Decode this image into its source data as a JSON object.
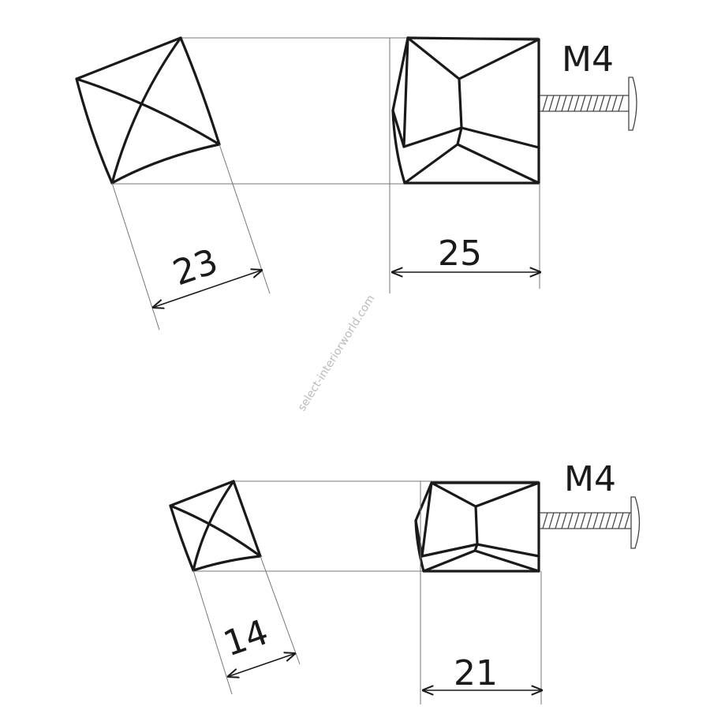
{
  "top_knob": {
    "diameter_label": "23",
    "length_label": "25",
    "thread_label": "M4"
  },
  "bottom_knob": {
    "diameter_label": "14",
    "length_label": "21",
    "thread_label": "M4"
  },
  "watermark": "select-interiorworld.com"
}
